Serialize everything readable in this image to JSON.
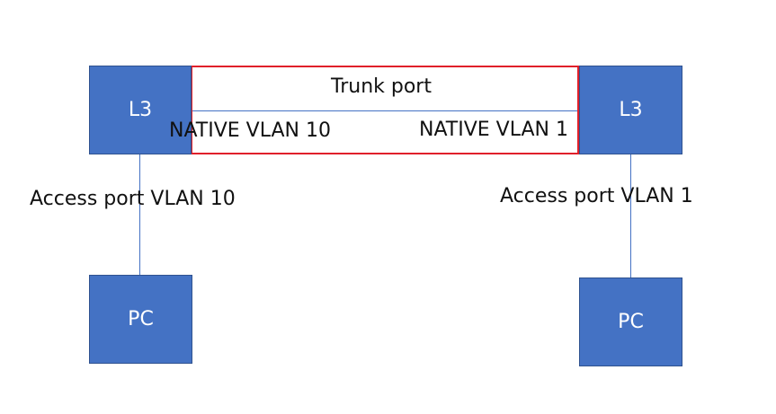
{
  "colors": {
    "box_fill": "#4472c4",
    "trunk_border": "#e0202a",
    "link_line": "#4472c4"
  },
  "nodes": {
    "left_switch": "L3",
    "right_switch": "L3",
    "left_pc": "PC",
    "right_pc": "PC"
  },
  "links": {
    "trunk_label": "Trunk port",
    "native_left": "NATIVE VLAN 10",
    "native_right": "NATIVE VLAN 1",
    "access_left": "Access port VLAN 10",
    "access_right": "Access port VLAN 1"
  }
}
